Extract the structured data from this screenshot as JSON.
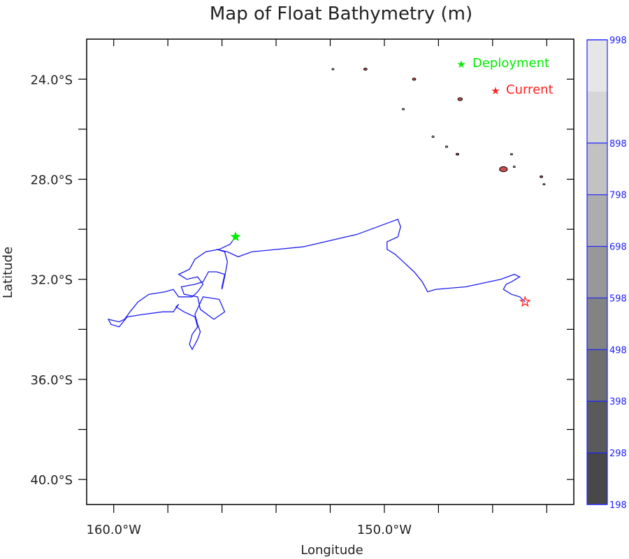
{
  "chart_data": {
    "type": "map",
    "title": "Map of Float Bathymetry (m)",
    "xlabel": "Longitude",
    "ylabel": "Latitude",
    "lon_range": [
      -161.0,
      -143.0
    ],
    "lat_range": [
      -41.0,
      -22.4
    ],
    "x_tick_values": [
      -160,
      -158,
      -156,
      -154,
      -152,
      -150,
      -148,
      -146,
      -144
    ],
    "x_tick_labels": [
      {
        "value": -160,
        "label": "160.0°W"
      },
      {
        "value": -150,
        "label": "150.0°W"
      }
    ],
    "y_tick_values": [
      -24,
      -26,
      -28,
      -30,
      -32,
      -34,
      -36,
      -38,
      -40
    ],
    "y_tick_labels": [
      {
        "value": -24,
        "label": "24.0°S"
      },
      {
        "value": -28,
        "label": "28.0°S"
      },
      {
        "value": -32,
        "label": "32.0°S"
      },
      {
        "value": -36,
        "label": "36.0°S"
      },
      {
        "value": -40,
        "label": "40.0°S"
      }
    ],
    "legend": [
      {
        "label": "Deployment",
        "color": "#00ee00"
      },
      {
        "label": "Current",
        "color": "#ff2020"
      }
    ],
    "colorbar": {
      "levels": [
        198,
        298,
        398,
        498,
        598,
        698,
        798,
        898,
        998
      ],
      "colors": [
        "#484848",
        "#5a5a5a",
        "#6e6e6e",
        "#838383",
        "#989898",
        "#adadad",
        "#c2c2c2",
        "#d6d6d6",
        "#e6e6e6"
      ],
      "label_color": "#2020ff"
    },
    "colors": {
      "track": "#1c1cf0",
      "deployment": "#00ee00",
      "current": "#ff2020",
      "island_fill": "#cc4f4f"
    },
    "deployment": {
      "lon": -155.5,
      "lat": -30.3
    },
    "current": {
      "lon": -144.8,
      "lat": -32.9
    },
    "track": [
      [
        -155.5,
        -30.3
      ],
      [
        -155.7,
        -30.6
      ],
      [
        -156.1,
        -30.8
      ],
      [
        -156.6,
        -30.9
      ],
      [
        -157.0,
        -31.2
      ],
      [
        -157.2,
        -31.6
      ],
      [
        -157.6,
        -31.8
      ],
      [
        -157.3,
        -32.0
      ],
      [
        -156.9,
        -31.9
      ],
      [
        -156.7,
        -32.2
      ],
      [
        -156.9,
        -32.5
      ],
      [
        -157.1,
        -32.7
      ],
      [
        -157.6,
        -32.7
      ],
      [
        -157.8,
        -32.4
      ],
      [
        -158.1,
        -32.5
      ],
      [
        -158.7,
        -32.6
      ],
      [
        -159.1,
        -32.9
      ],
      [
        -159.4,
        -33.3
      ],
      [
        -159.6,
        -33.6
      ],
      [
        -159.8,
        -33.7
      ],
      [
        -160.2,
        -33.6
      ],
      [
        -160.1,
        -33.8
      ],
      [
        -159.8,
        -33.9
      ],
      [
        -159.5,
        -33.5
      ],
      [
        -158.9,
        -33.4
      ],
      [
        -158.2,
        -33.3
      ],
      [
        -157.8,
        -33.3
      ],
      [
        -157.6,
        -33.0
      ],
      [
        -157.7,
        -33.1
      ],
      [
        -157.4,
        -33.3
      ],
      [
        -157.0,
        -33.5
      ],
      [
        -156.9,
        -33.9
      ],
      [
        -157.1,
        -34.2
      ],
      [
        -157.2,
        -34.6
      ],
      [
        -157.1,
        -34.8
      ],
      [
        -156.9,
        -34.4
      ],
      [
        -156.8,
        -34.1
      ],
      [
        -156.9,
        -33.8
      ],
      [
        -157.0,
        -33.4
      ],
      [
        -156.7,
        -32.7
      ],
      [
        -156.1,
        -32.8
      ],
      [
        -155.9,
        -33.3
      ],
      [
        -156.3,
        -33.6
      ],
      [
        -156.8,
        -33.2
      ],
      [
        -156.9,
        -32.7
      ],
      [
        -157.4,
        -32.6
      ],
      [
        -157.5,
        -32.3
      ],
      [
        -157.0,
        -32.2
      ],
      [
        -156.7,
        -32.1
      ],
      [
        -156.5,
        -31.7
      ],
      [
        -156.2,
        -31.7
      ],
      [
        -155.9,
        -31.8
      ],
      [
        -156.0,
        -32.3
      ],
      [
        -156.0,
        -32.4
      ],
      [
        -155.9,
        -31.9
      ],
      [
        -155.8,
        -31.3
      ],
      [
        -155.9,
        -30.9
      ],
      [
        -156.2,
        -30.8
      ],
      [
        -155.8,
        -30.9
      ],
      [
        -155.4,
        -31.1
      ],
      [
        -154.9,
        -30.9
      ],
      [
        -153.0,
        -30.7
      ],
      [
        -151.0,
        -30.2
      ],
      [
        -149.5,
        -29.6
      ],
      [
        -149.4,
        -29.9
      ],
      [
        -149.5,
        -30.3
      ],
      [
        -149.9,
        -30.5
      ],
      [
        -149.9,
        -30.8
      ],
      [
        -149.6,
        -31.0
      ],
      [
        -149.3,
        -31.3
      ],
      [
        -148.9,
        -31.7
      ],
      [
        -148.6,
        -32.1
      ],
      [
        -148.4,
        -32.5
      ],
      [
        -148.1,
        -32.4
      ],
      [
        -147.0,
        -32.3
      ],
      [
        -145.7,
        -32.0
      ],
      [
        -145.2,
        -31.8
      ],
      [
        -145.0,
        -31.9
      ],
      [
        -145.3,
        -32.1
      ],
      [
        -145.5,
        -32.2
      ],
      [
        -145.6,
        -32.4
      ],
      [
        -145.3,
        -32.6
      ],
      [
        -145.0,
        -32.7
      ],
      [
        -144.8,
        -32.9
      ]
    ],
    "islands": [
      {
        "lon": -150.7,
        "lat": -23.6,
        "size": 0.6,
        "filled": true
      },
      {
        "lon": -151.9,
        "lat": -23.6,
        "size": 0.3,
        "filled": false
      },
      {
        "lon": -148.9,
        "lat": -24.0,
        "size": 0.6,
        "filled": true
      },
      {
        "lon": -147.2,
        "lat": -24.8,
        "size": 0.8,
        "filled": true
      },
      {
        "lon": -149.3,
        "lat": -25.2,
        "size": 0.3,
        "filled": false
      },
      {
        "lon": -148.2,
        "lat": -26.3,
        "size": 0.4,
        "filled": false
      },
      {
        "lon": -147.7,
        "lat": -26.7,
        "size": 0.4,
        "filled": false
      },
      {
        "lon": -147.3,
        "lat": -27.0,
        "size": 0.5,
        "filled": true
      },
      {
        "lon": -145.6,
        "lat": -27.6,
        "size": 1.4,
        "filled": true
      },
      {
        "lon": -145.2,
        "lat": -27.5,
        "size": 0.3,
        "filled": false
      },
      {
        "lon": -144.2,
        "lat": -27.9,
        "size": 0.5,
        "filled": true
      },
      {
        "lon": -144.1,
        "lat": -28.2,
        "size": 0.3,
        "filled": false
      },
      {
        "lon": -145.3,
        "lat": -27.0,
        "size": 0.3,
        "filled": false
      }
    ]
  }
}
